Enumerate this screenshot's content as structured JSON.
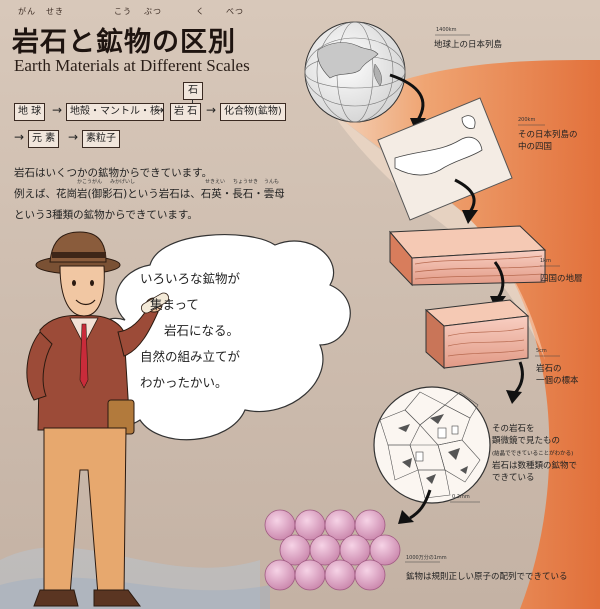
{
  "title": "岩石と鉱物の区別",
  "title_ruby": [
    "がん",
    "せき",
    "こう",
    "ぶつ",
    "く",
    "べつ"
  ],
  "subtitle": "Earth Materials at Different Scales",
  "flow": {
    "top_label": "石",
    "row1": [
      "地 球",
      "地殻・マントル・核",
      "岩 石",
      "化合物(鉱物)"
    ],
    "row2": [
      "元 素",
      "素粒子"
    ]
  },
  "body_lines": [
    "岩石はいくつかの鉱物からできています。",
    "例えば、花崗岩(御影石)という岩石は、石英・長石・雲母",
    "という3種類の鉱物からできています。"
  ],
  "body_ruby": [
    "かこうがん",
    "みかげいし",
    "せきえい",
    "ちょうせき",
    "うんも"
  ],
  "speech_lines": [
    "いろいろな鉱物が",
    "集まって",
    "岩石になる。",
    "自然の組み立てが",
    "わかったかい。"
  ],
  "captions": [
    {
      "lines": [
        "地球上の日本列島"
      ],
      "scale": "1400km"
    },
    {
      "lines": [
        "その日本列島の",
        "中の四国"
      ],
      "scale": "200km"
    },
    {
      "lines": [
        "四国の地層"
      ],
      "scale": "1km"
    },
    {
      "lines": [
        "岩石の",
        "一個の標本"
      ],
      "scale": "5cm"
    },
    {
      "lines": [
        "その岩石を",
        "顕微鏡で見たもの",
        "(結晶でできていることがわかる)",
        "岩石は数種類の鉱物で",
        "できている"
      ],
      "scale": "0.2mm"
    },
    {
      "lines": [
        "鉱物は規則正しい原子の配列でできている"
      ],
      "scale": "1000万分の1mm"
    }
  ],
  "colors": {
    "band": "#e8773d",
    "band_light": "#f5b98a",
    "text": "#222222"
  }
}
